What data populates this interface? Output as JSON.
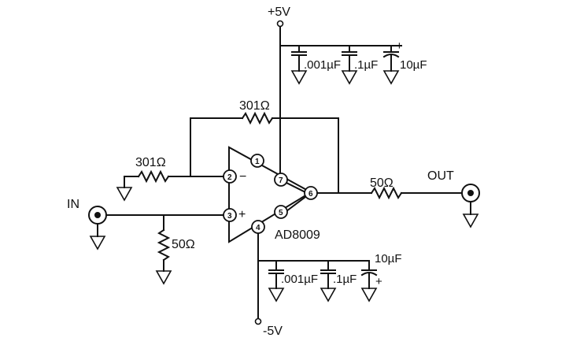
{
  "supply": {
    "positive": "+5V",
    "negative": "-5V"
  },
  "ports": {
    "input": "IN",
    "output": "OUT"
  },
  "opamp": {
    "part": "AD8009",
    "pins": [
      "1",
      "2",
      "3",
      "4",
      "5",
      "6",
      "7"
    ],
    "inverting_sign": "−",
    "noninverting_sign": "+"
  },
  "resistors": {
    "feedback": "301Ω",
    "gain": "301Ω",
    "input_termination": "50Ω",
    "output_series": "50Ω"
  },
  "positive_decoupling": {
    "c1": ".001µF",
    "c2": ".1µF",
    "c3": "10µF",
    "polarity": "+"
  },
  "negative_decoupling": {
    "c1": ".001µF",
    "c2": ".1µF",
    "c3": "10µF",
    "polarity": "+"
  }
}
